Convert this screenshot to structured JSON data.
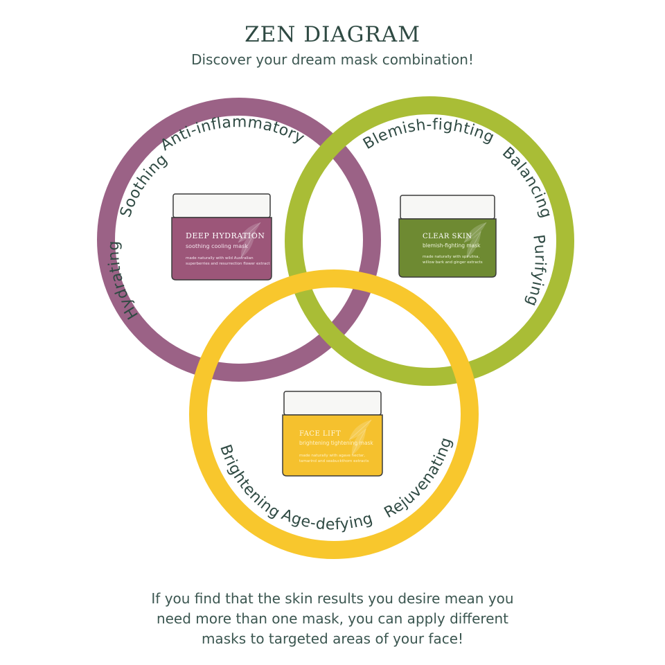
{
  "header": {
    "title": "ZEN DIAGRAM",
    "subtitle": "Discover your dream mask combination!"
  },
  "colors": {
    "purple": "#9b6286",
    "green": "#a9bd36",
    "yellow": "#f8c72d",
    "text": "#2f4a43"
  },
  "circles": [
    {
      "id": "purple",
      "benefits": [
        "Hydrating",
        "Soothing",
        "Anti-inflammatory"
      ],
      "jar": {
        "name": "DEEP HYDRATION",
        "tagline": "soothing cooling mask",
        "ingredients_line1": "made naturally with wild Australian",
        "ingredients_line2": "superberries and resurrection flower extract",
        "color": "#9c5679"
      }
    },
    {
      "id": "green",
      "benefits": [
        "Blemish-fighting",
        "Balancing",
        "Purifying"
      ],
      "jar": {
        "name": "CLEAR SKIN",
        "tagline": "blemish-fighting mask",
        "ingredients_line1": "made naturally with spirulina,",
        "ingredients_line2": "willow bark and ginger extracts",
        "color": "#6e8a32"
      }
    },
    {
      "id": "yellow",
      "benefits": [
        "Brightening",
        "Age-defying",
        "Rejuvenating"
      ],
      "jar": {
        "name": "FACE LIFT",
        "tagline": "brightening tightening mask",
        "ingredients_line1": "made naturally with agave nectar,",
        "ingredients_line2": "tamarind and seabuckthorn extracts",
        "color": "#f5c12e"
      }
    }
  ],
  "footer": {
    "line1": "If you find that the skin results you desire mean you",
    "line2": "need more than one mask, you can apply different",
    "line3": "masks to targeted areas of your face!"
  }
}
